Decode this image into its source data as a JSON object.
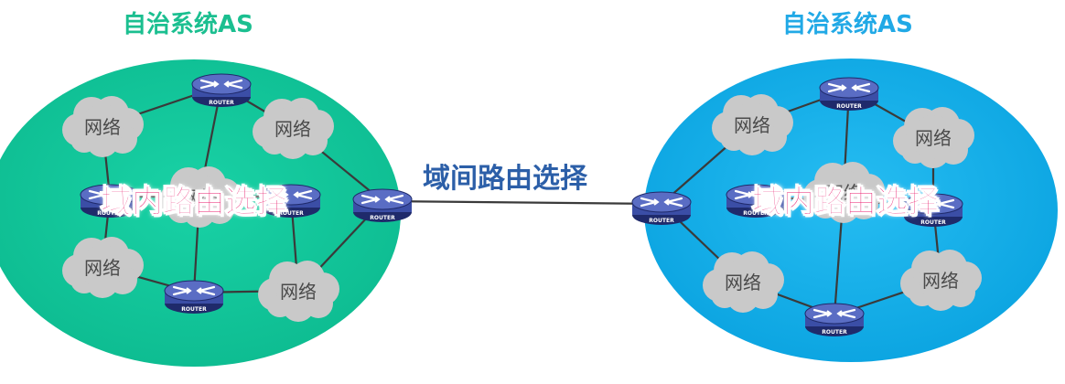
{
  "as_left": {
    "title": "自治系统AS",
    "fill": "#10c79a"
  },
  "as_right": {
    "title": "自治系统AS",
    "fill": "#12aee8"
  },
  "inter_domain_label": "域间路由选择",
  "intra_domain_label_left": "域内路由选择",
  "intra_domain_label_right": "域内路由选择",
  "network_label": "网络",
  "router_label": "ROUTER",
  "colors": {
    "router": "#3b4ea6",
    "router_dark": "#1f2a6b",
    "cloud": "#c9c9c9",
    "cloud_text": "#4a4a4a",
    "link": "#3a3a3a"
  }
}
